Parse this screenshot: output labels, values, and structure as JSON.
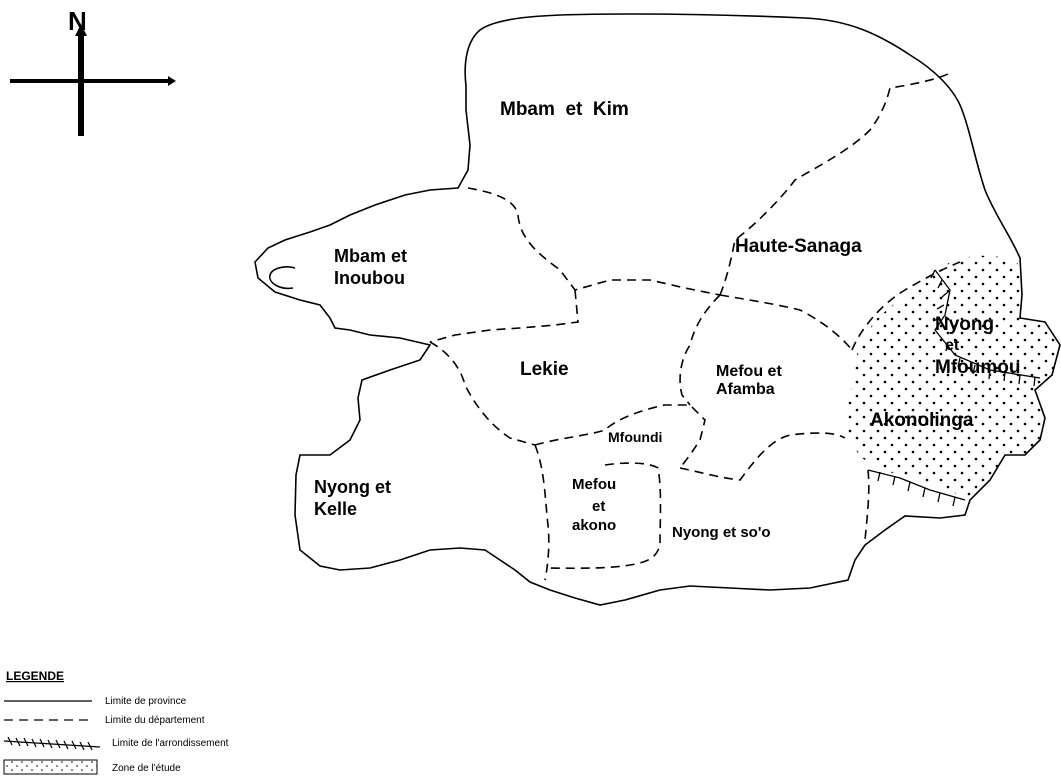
{
  "compass": {
    "north_label": "N",
    "icon": "north-arrow-icon"
  },
  "departments": {
    "mbam_kim": {
      "line1": "Mbam  et  Kim"
    },
    "mbam_inoubou": {
      "line1": "Mbam et",
      "line2": "Inoubou"
    },
    "haute_sanaga": {
      "line1": "Haute-Sanaga"
    },
    "nyong_mfoumou": {
      "line1": "Nyong",
      "line2": "et",
      "line3": "Mfoumou"
    },
    "lekie": {
      "line1": "Lekie"
    },
    "mefou_afamba": {
      "line1": "Mefou et",
      "line2": "Afamba"
    },
    "akonolinga": {
      "line1": "Akonolinga"
    },
    "mfoundi": {
      "line1": "Mfoundi"
    },
    "nyong_kelle": {
      "line1": "Nyong et",
      "line2": "Kelle"
    },
    "mefou_akono": {
      "line1": "Mefou",
      "line2": "et",
      "line3": "akono"
    },
    "nyong_soo": {
      "line1": "Nyong et so'o"
    }
  },
  "legend": {
    "title": "LEGENDE",
    "items": [
      {
        "label": "Limite de province",
        "icon": "solid-line-icon"
      },
      {
        "label": "Limite du département",
        "icon": "dashed-line-icon"
      },
      {
        "label": "Limite de l'arrondissement",
        "icon": "hatched-line-icon"
      },
      {
        "label": "Zone de l'étude",
        "icon": "dotted-box-icon"
      }
    ]
  },
  "colors": {
    "ink": "#000000",
    "background": "#ffffff"
  }
}
